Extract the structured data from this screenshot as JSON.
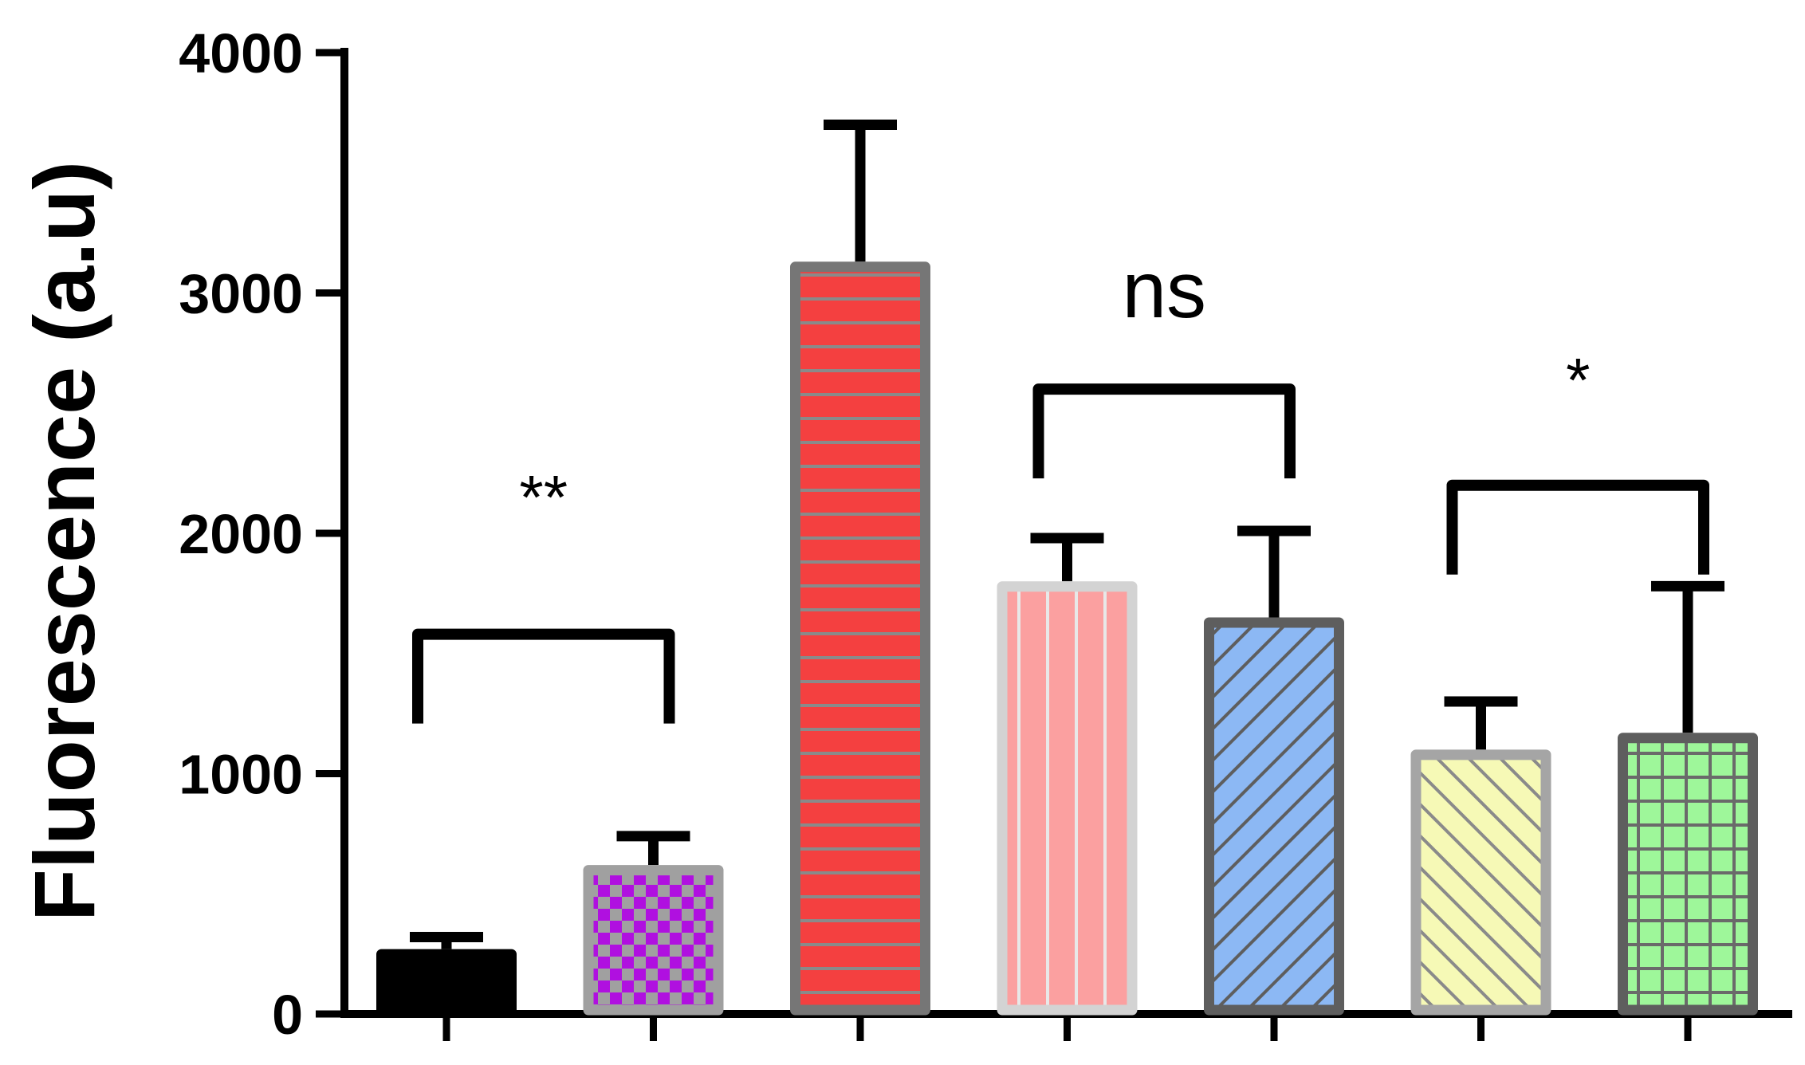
{
  "chart_data": {
    "type": "bar",
    "title": "",
    "xlabel": "",
    "ylabel": "Fluorescence (a.u)",
    "ylim": [
      0,
      4000
    ],
    "yticks": [
      "0",
      "1000",
      "2000",
      "3000",
      "4000"
    ],
    "grid": false,
    "legend": "none",
    "series": [
      {
        "values": [
          270,
          620,
          3130,
          1800,
          1650,
          1100,
          1170
        ],
        "errors": [
          50,
          120,
          570,
          180,
          360,
          200,
          610
        ],
        "fills": [
          "#000000",
          "#b010e0",
          "#f44040",
          "#fba0a0",
          "#8cb8f4",
          "#f6f9b6",
          "#9ef79a"
        ],
        "borders": [
          "#000000",
          "#a0a0a0",
          "#767676",
          "#d3d3d3",
          "#5e5e5e",
          "#a5a5a5",
          "#5e5e5e"
        ],
        "patterns": [
          "solid",
          "checker",
          "horizontal",
          "vertical",
          "diag-up",
          "diag-down",
          "grid"
        ]
      }
    ],
    "significance": [
      {
        "label": "**",
        "from": 0,
        "to": 1,
        "level": 1580
      },
      {
        "label": "ns",
        "from": 3,
        "to": 4,
        "level": 2600
      },
      {
        "label": "*",
        "from": 5,
        "to": 6,
        "level": 2200
      }
    ]
  }
}
